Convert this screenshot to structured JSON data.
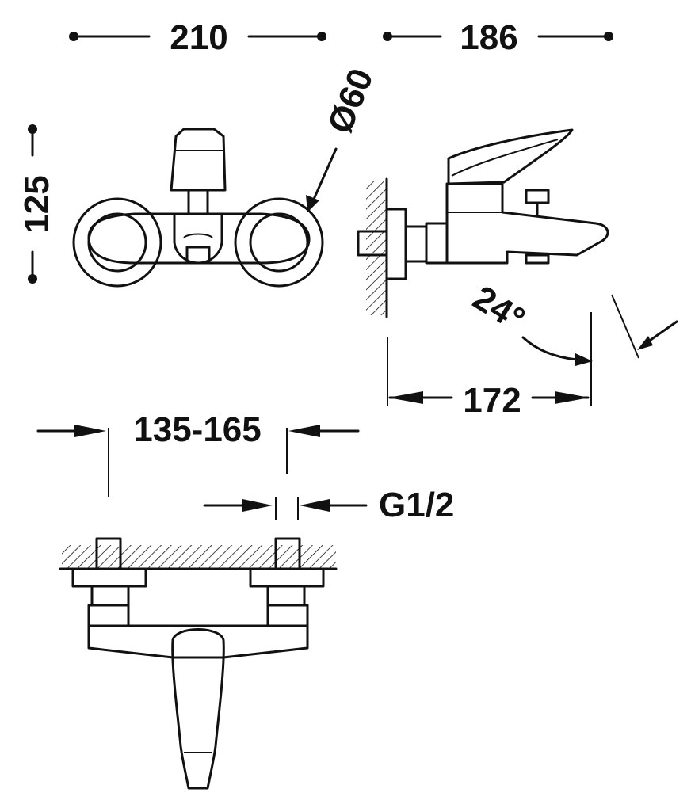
{
  "dimensions": {
    "width_top": "210",
    "depth_top": "186",
    "height": "125",
    "flange_diameter": "Ø60",
    "spout_angle": "24°",
    "spout_projection": "172",
    "center_distance": "135-165",
    "thread_size": "G1/2"
  },
  "colors": {
    "ink": "#111111",
    "background": "#ffffff"
  }
}
